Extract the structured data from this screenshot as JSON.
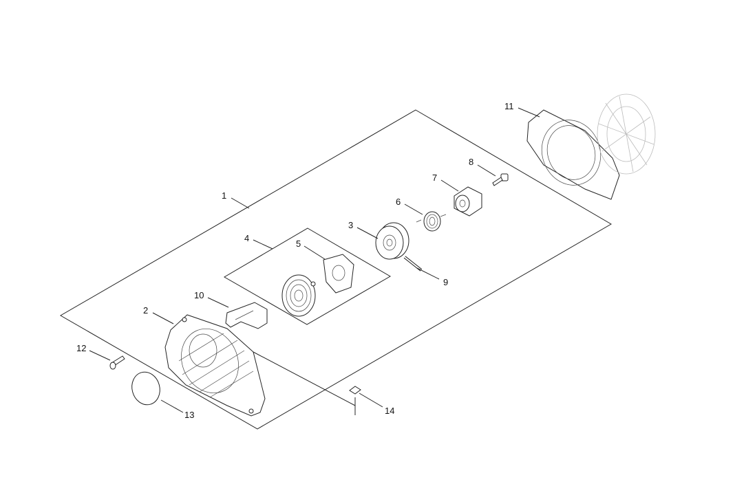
{
  "diagram": {
    "type": "exploded-parts-diagram",
    "callouts": [
      "1",
      "2",
      "3",
      "4",
      "5",
      "6",
      "7",
      "8",
      "9",
      "10",
      "11",
      "12",
      "13",
      "14"
    ]
  }
}
